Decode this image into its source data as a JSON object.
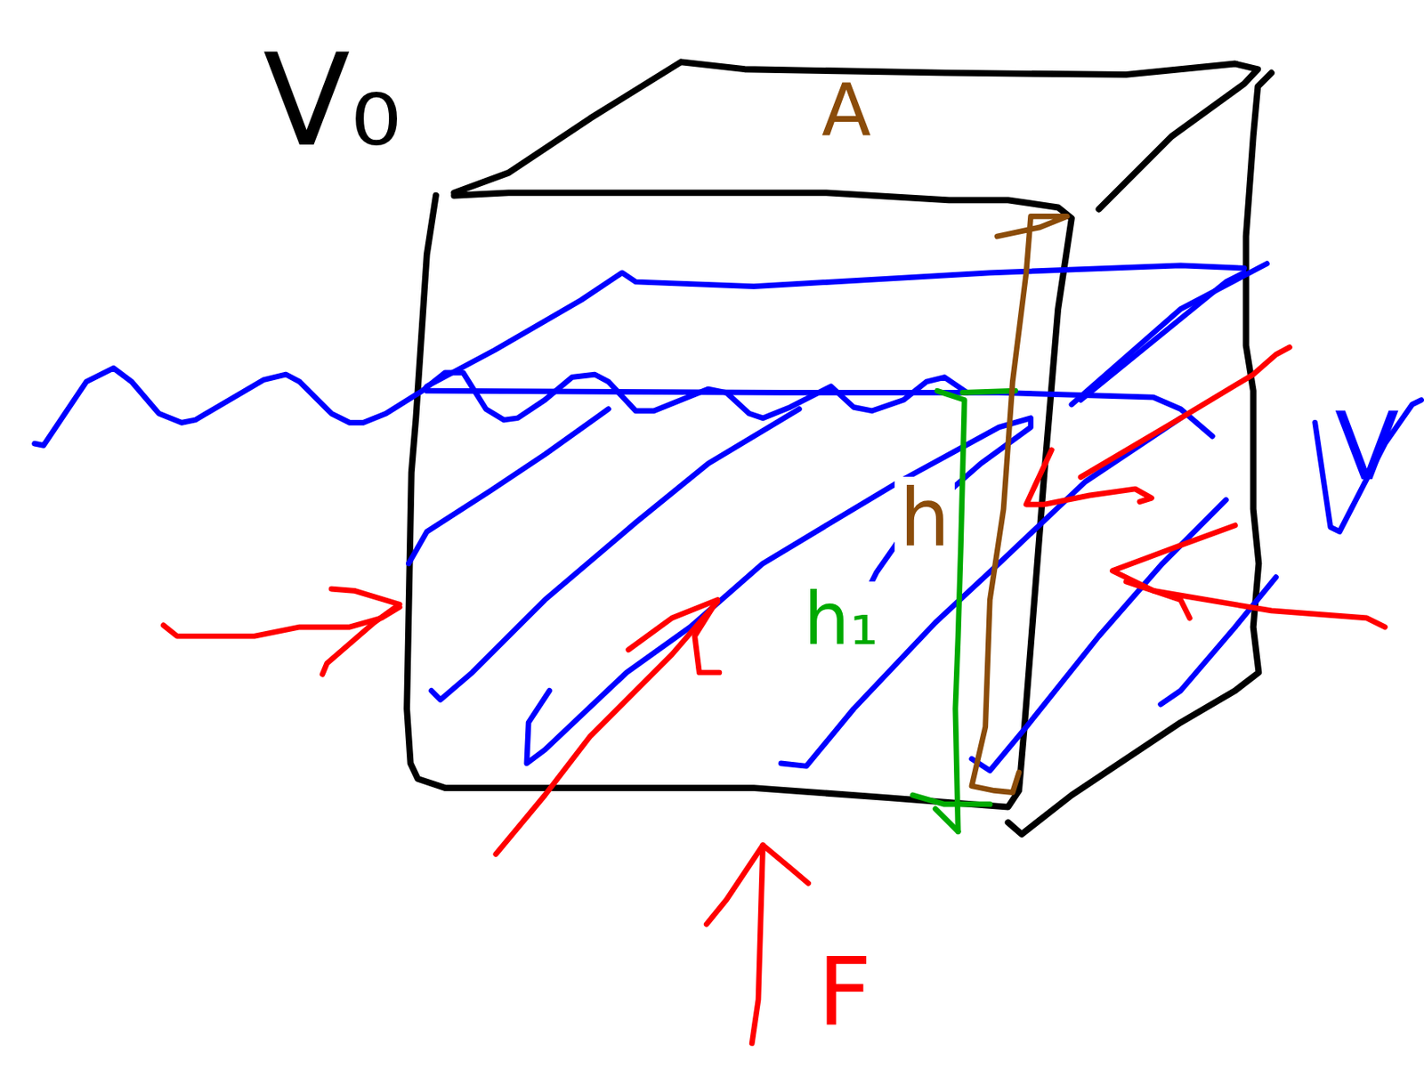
{
  "diagram": {
    "labels": [
      "V₀",
      "A",
      "V",
      "h",
      "h₁",
      "F"
    ]
  }
}
